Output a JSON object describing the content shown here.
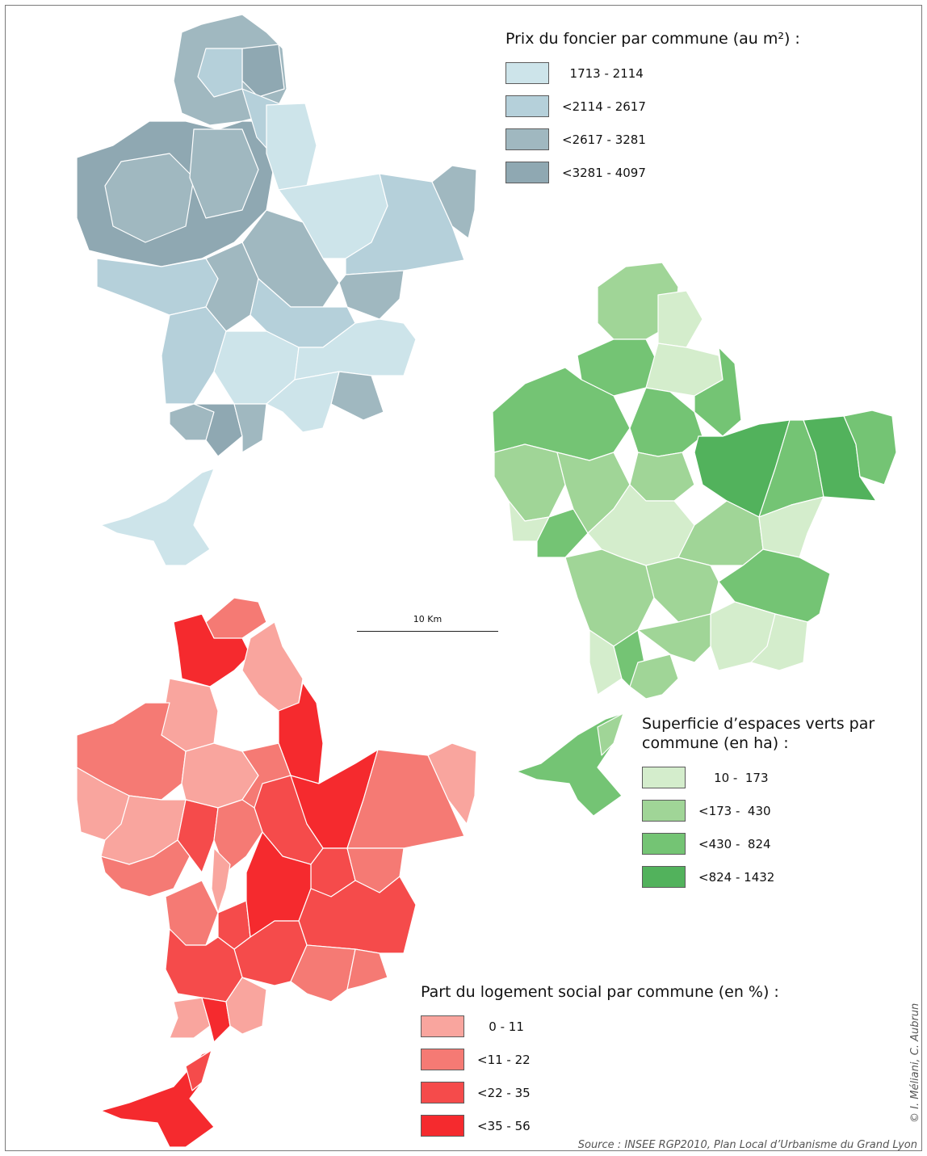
{
  "legends": {
    "land_price": {
      "title": "Prix du foncier par commune (au m²) :",
      "classes": [
        {
          "range": "  1713 - 2114",
          "color": "#cde4ea"
        },
        {
          "range": "<2114 - 2617",
          "color": "#b5d0da"
        },
        {
          "range": "<2617 - 3281",
          "color": "#a0b8c0"
        },
        {
          "range": "<3281 - 4097",
          "color": "#8fa8b2"
        }
      ]
    },
    "green_space": {
      "title_line1": "Superficie d’espaces verts par",
      "title_line2": "commune (en ha) :",
      "classes": [
        {
          "range": "    10 -  173",
          "color": "#d4edcc"
        },
        {
          "range": "<173 -  430",
          "color": "#a0d597"
        },
        {
          "range": "<430 -  824",
          "color": "#74c474"
        },
        {
          "range": "<824 - 1432",
          "color": "#52b25c"
        }
      ]
    },
    "social_housing": {
      "title": "Part du logement social par commune (en %) :",
      "classes": [
        {
          "range": "   0 - 11",
          "color": "#f9a59e"
        },
        {
          "range": "<11 - 22",
          "color": "#f57a74"
        },
        {
          "range": "<22 - 35",
          "color": "#f54b4b"
        },
        {
          "range": "<35 - 56",
          "color": "#f52a2e"
        }
      ]
    }
  },
  "scale": {
    "label": "10 Km"
  },
  "credit": "© I. Méliani, C. Aubrun",
  "source": "Source : INSEE RGP2010, Plan Local d’Urbanisme du Grand Lyon"
}
